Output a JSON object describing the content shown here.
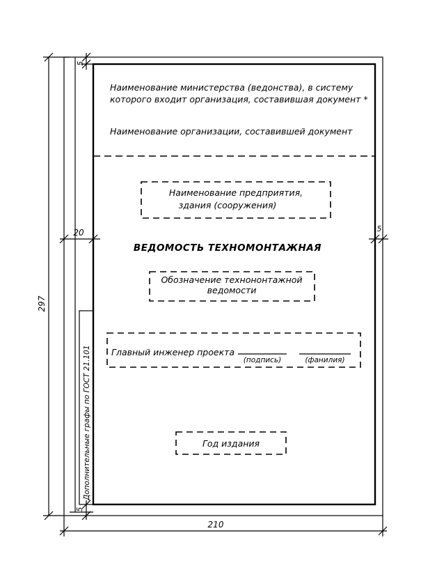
{
  "header": {
    "ministry_line1": "Наименование министерства (ведонства), в систему",
    "ministry_line2": "которого входит организация, составившая документ *",
    "organization": "Наименование организации, составившей документ"
  },
  "boxes": {
    "enterprise_line1": "Наименование предприятия,",
    "enterprise_line2": "здания (сооружения)",
    "title": "ВЕДОМОСТЬ ТЕХНОМОНТАЖНАЯ",
    "designation_line1": "Обозначение технононтажной",
    "designation_line2": "ведомости",
    "chief_engineer": "Главный инженер проекта",
    "signature": "(подпись)",
    "surname": "(фанилия)",
    "year": "Год издания"
  },
  "side_strip": {
    "label": "Дополнительные графы по ГОСТ 21.101"
  },
  "dimensions": {
    "height": "297",
    "width": "210",
    "left_margin": "20",
    "right_margin": "5",
    "top_margin": "5",
    "bottom_margin": "5"
  }
}
